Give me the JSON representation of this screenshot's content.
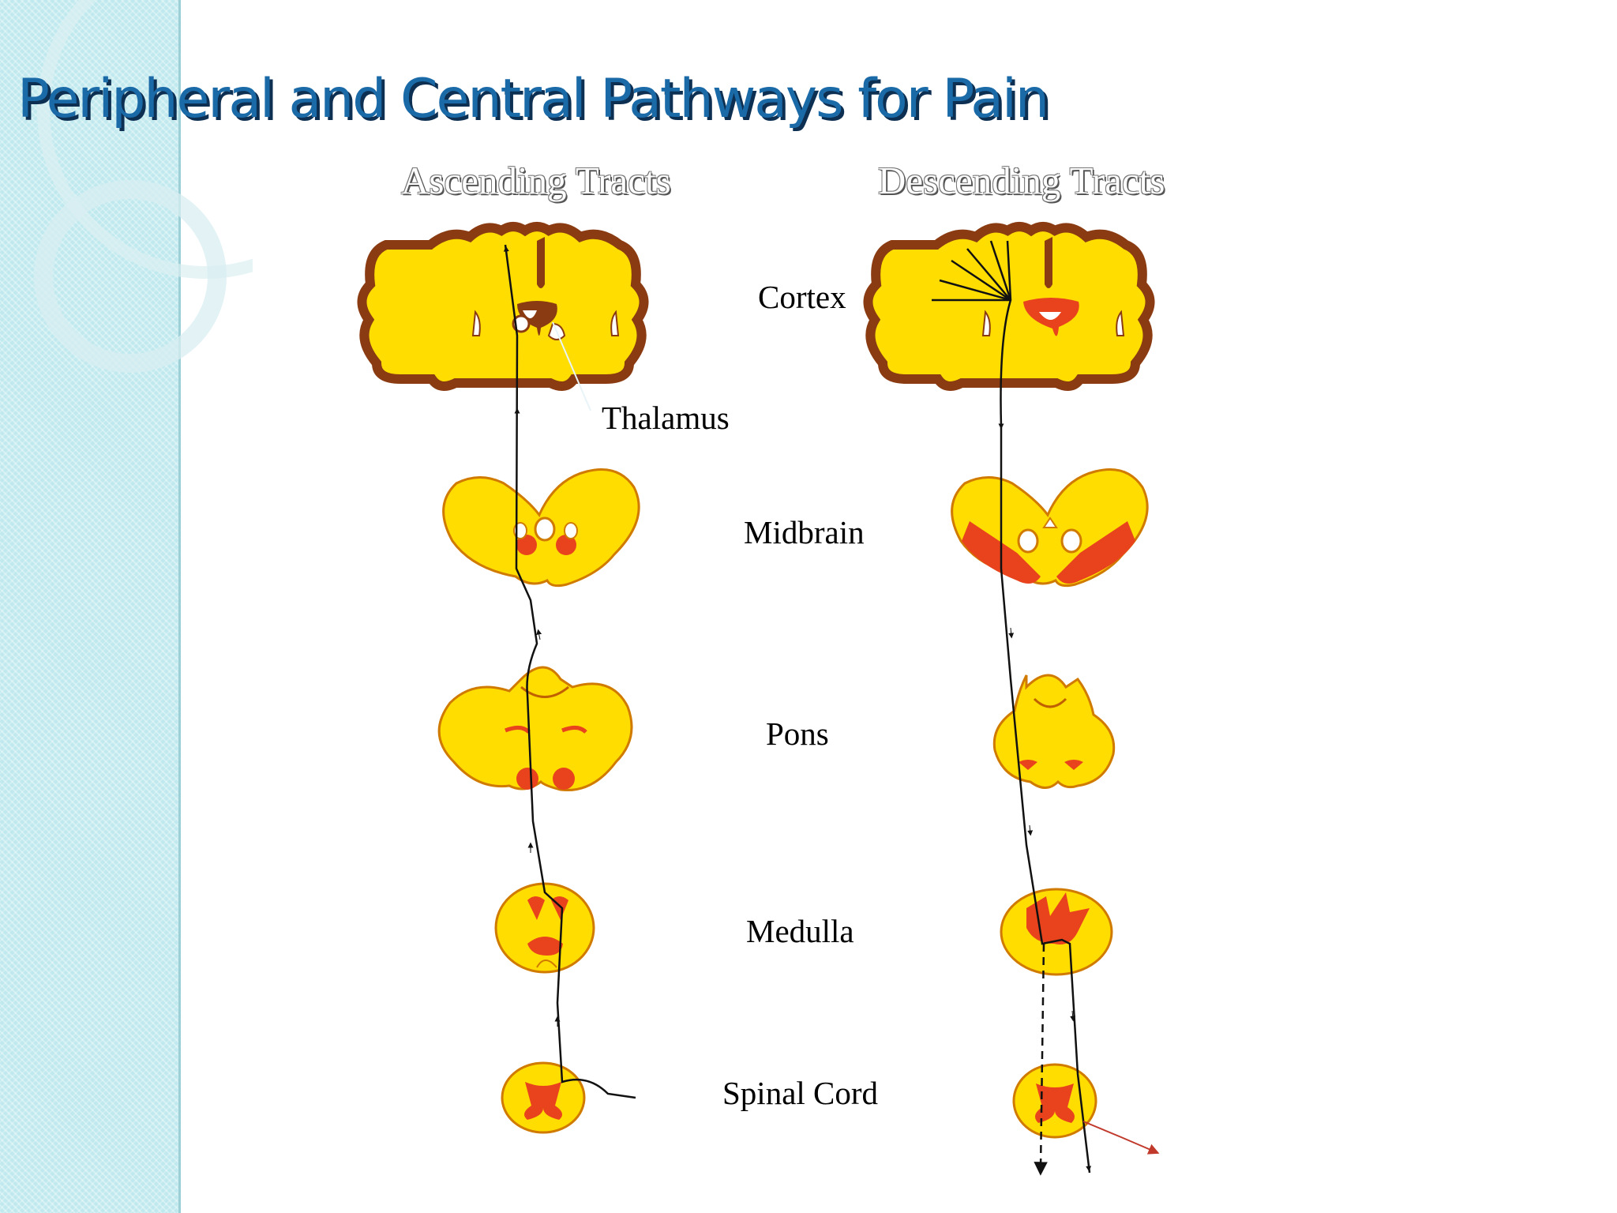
{
  "slide": {
    "title": "Peripheral and Central Pathways for Pain",
    "ascending_heading": "Ascending Tracts",
    "descending_heading": "Descending Tracts"
  },
  "levels": {
    "cortex": "Cortex",
    "thalamus": "Thalamus",
    "midbrain": "Midbrain",
    "pons": "Pons",
    "medulla": "Medulla",
    "spinal_cord": "Spinal Cord"
  },
  "colors": {
    "sidebar": "#bfe9ee",
    "title": "#1b6aa8",
    "title_shadow": "#0d2f52",
    "tissue_yellow": "#ffdd00",
    "cortex_brown": "#8a3b12",
    "nucleus_red": "#e8431c",
    "tract_line": "#111111"
  }
}
